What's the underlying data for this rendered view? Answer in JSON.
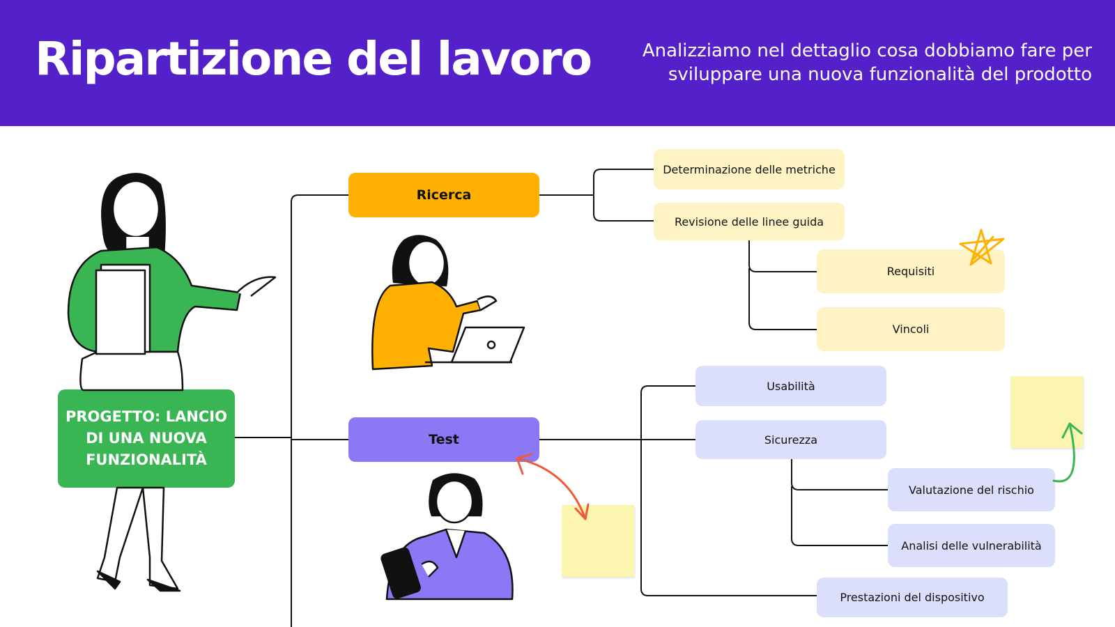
{
  "header": {
    "title": "Ripartizione del lavoro",
    "subtitle": "Analizziamo nel dettaglio cosa dobbiamo fare per sviluppare una nuova funzionalità del prodotto"
  },
  "root": {
    "label": "PROGETTO: LANCIO DI UNA NUOVA FUNZIONALITÀ",
    "color": "#3ab554"
  },
  "branches": {
    "ricerca": {
      "label": "Ricerca",
      "color": "#ffb000",
      "children": {
        "metriche": "Determinazione delle metriche",
        "linee_guida": "Revisione delle linee guida",
        "requisiti": "Requisiti",
        "vincoli": "Vincoli"
      }
    },
    "test": {
      "label": "Test",
      "color": "#8b78f5",
      "children": {
        "usabilita": "Usabilità",
        "sicurezza": "Sicurezza",
        "rischio": "Valutazione del rischio",
        "vulnerabilita": "Analisi delle vulnerabilità",
        "prestazioni": "Prestazioni del dispositivo"
      }
    }
  },
  "colors": {
    "header": "#5420c9",
    "research_node": "#fdf3c4",
    "test_node": "#dcdffb",
    "sticky_note": "#fbf5b0",
    "arrow_red": "#ef5a3a",
    "arrow_green": "#3ab554",
    "star": "#ffb000"
  },
  "icons": [
    "woman-presenting-illustration",
    "woman-laptop-illustration",
    "woman-tablet-illustration",
    "star-doodle-icon",
    "double-arrow-icon",
    "curved-arrow-icon"
  ]
}
